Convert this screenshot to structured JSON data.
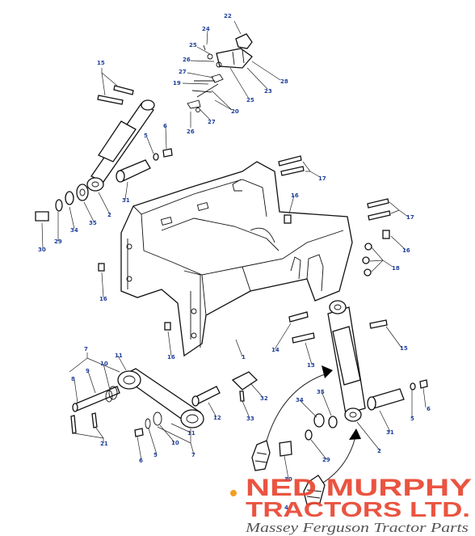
{
  "labels": [
    {
      "id": "l22",
      "text": "22"
    },
    {
      "id": "l24",
      "text": "24"
    },
    {
      "id": "l25a",
      "text": "25"
    },
    {
      "id": "l26a",
      "text": "26"
    },
    {
      "id": "l27a",
      "text": "27"
    },
    {
      "id": "l19",
      "text": "19"
    },
    {
      "id": "l28",
      "text": "28"
    },
    {
      "id": "l23",
      "text": "23"
    },
    {
      "id": "l25b",
      "text": "25"
    },
    {
      "id": "l20",
      "text": "20"
    },
    {
      "id": "l26b",
      "text": "26"
    },
    {
      "id": "l27b",
      "text": "27"
    },
    {
      "id": "l15a",
      "text": "15"
    },
    {
      "id": "l6a",
      "text": "6"
    },
    {
      "id": "l5a",
      "text": "5"
    },
    {
      "id": "l17a",
      "text": "17"
    },
    {
      "id": "l16a",
      "text": "16"
    },
    {
      "id": "l31a",
      "text": "31"
    },
    {
      "id": "l2a",
      "text": "2"
    },
    {
      "id": "l35a",
      "text": "35"
    },
    {
      "id": "l34a",
      "text": "34"
    },
    {
      "id": "l29a",
      "text": "29"
    },
    {
      "id": "l30a",
      "text": "30"
    },
    {
      "id": "l17b",
      "text": "17"
    },
    {
      "id": "l16b",
      "text": "16"
    },
    {
      "id": "l18",
      "text": "18"
    },
    {
      "id": "l16c",
      "text": "16"
    },
    {
      "id": "l14",
      "text": "14"
    },
    {
      "id": "l15b",
      "text": "15"
    },
    {
      "id": "l16d",
      "text": "16"
    },
    {
      "id": "l1",
      "text": "1"
    },
    {
      "id": "l13",
      "text": "13"
    },
    {
      "id": "l7a",
      "text": "7"
    },
    {
      "id": "l11a",
      "text": "11"
    },
    {
      "id": "l10a",
      "text": "10"
    },
    {
      "id": "l9",
      "text": "9"
    },
    {
      "id": "l8",
      "text": "8"
    },
    {
      "id": "l35b",
      "text": "35"
    },
    {
      "id": "l6b",
      "text": "6"
    },
    {
      "id": "l32",
      "text": "32"
    },
    {
      "id": "l34b",
      "text": "34"
    },
    {
      "id": "l33",
      "text": "33"
    },
    {
      "id": "l12",
      "text": "12"
    },
    {
      "id": "l5b",
      "text": "5"
    },
    {
      "id": "l31b",
      "text": "31"
    },
    {
      "id": "l21",
      "text": "21"
    },
    {
      "id": "l11b",
      "text": "11"
    },
    {
      "id": "l10b",
      "text": "10"
    },
    {
      "id": "l6c",
      "text": "6"
    },
    {
      "id": "l5c",
      "text": "5"
    },
    {
      "id": "l7b",
      "text": "7"
    },
    {
      "id": "l29b",
      "text": "29"
    },
    {
      "id": "l30b",
      "text": "30"
    },
    {
      "id": "l2b",
      "text": "2"
    },
    {
      "id": "l4",
      "text": "4"
    }
  ],
  "brand": {
    "line1": "NED MURPHY",
    "line2": "TRACTORS LTD.",
    "tagline": "Massey Ferguson Tractor Parts",
    "color": "#e8412c"
  }
}
